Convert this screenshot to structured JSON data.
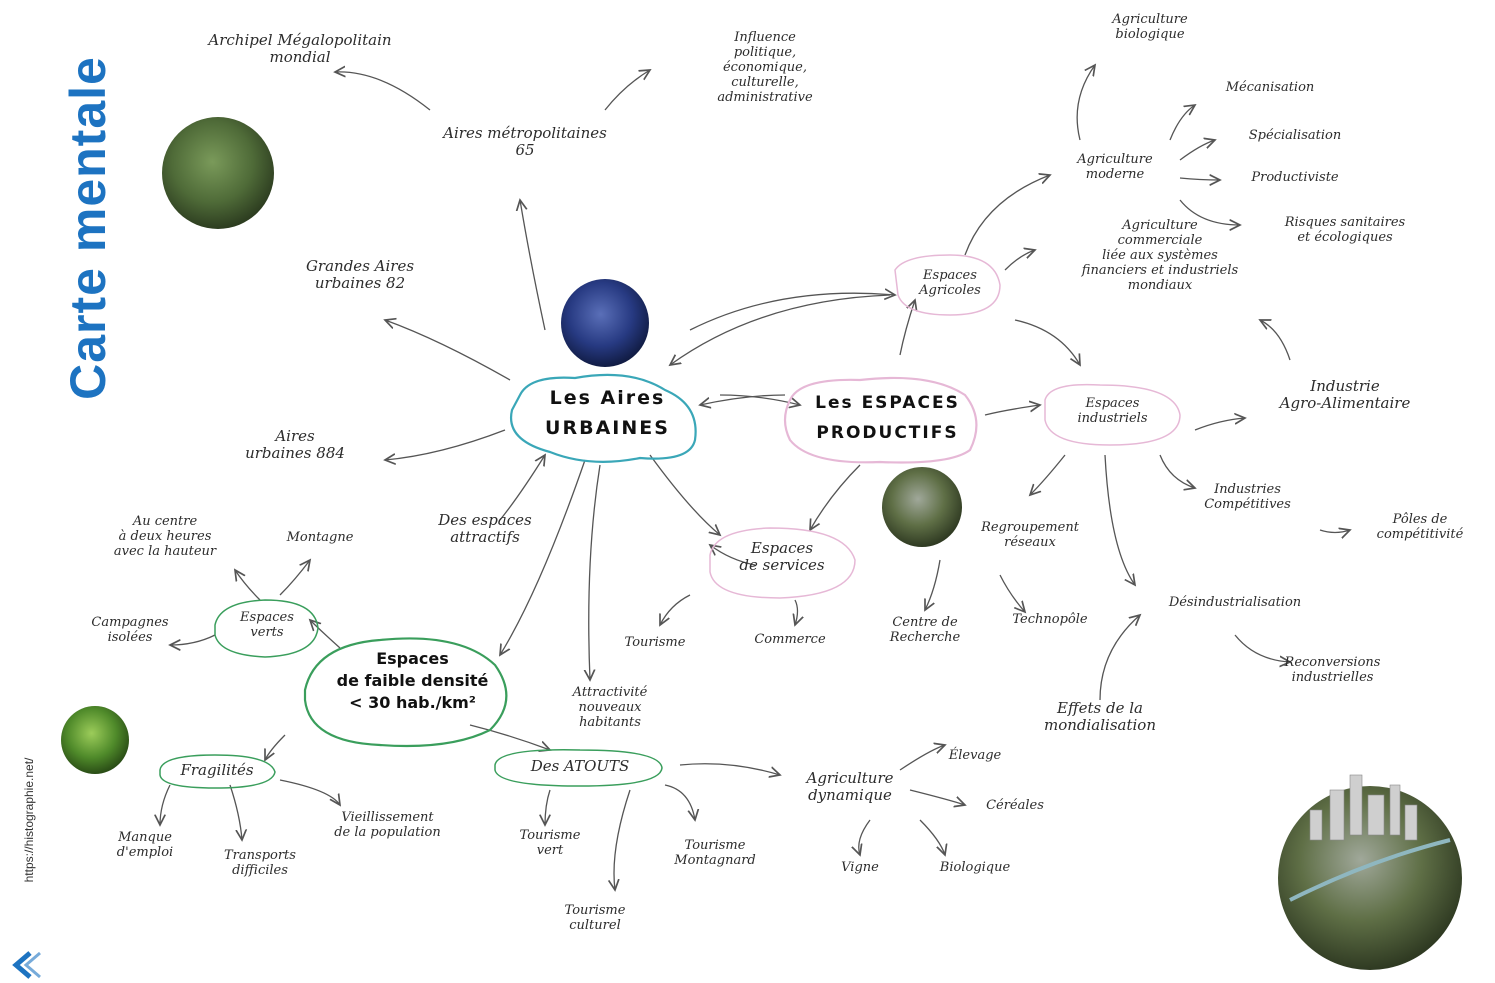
{
  "sidebar": {
    "title": "Carte mentale",
    "url": "https://histographie.net/"
  },
  "colors": {
    "title": "#1d73c1",
    "urban_bubble": "#3aa7b8",
    "productive_bubble": "#e6b8d6",
    "low_density_bubble": "#3a9e5c",
    "arrow": "#555555"
  },
  "nodes": {
    "aires_urbaines": "Les Aires\nURBAINES",
    "espaces_productifs": "Les ESPACES\nPRODUCTIFS",
    "faible_densite": "Espaces\nde faible densité\n< 30 hab./km²",
    "aires_metro": "Aires métropolitaines\n65",
    "archipel": "Archipel Mégalopolitain\nmondial",
    "influence": "Influence\npolitique,\néconomique,\nculturelle,\nadministrative",
    "grandes_aires": "Grandes Aires\nurbaines 82",
    "aires_urbaines_884": "Aires\nurbaines 884",
    "espaces_attractifs": "Des espaces\nattractifs",
    "espace_agricoles": "Espaces\nAgricoles",
    "espaces_industriels": "Espaces\nindustriels",
    "espaces_services": "Espaces\nde services",
    "agri_bio": "Agriculture\nbiologique",
    "agri_moderne": "Agriculture\nmoderne",
    "mecanisation": "Mécanisation",
    "specialisation": "Spécialisation",
    "productiviste": "Productiviste",
    "risques": "Risques sanitaires\net écologiques",
    "agri_commerciale": "Agriculture\ncommerciale\nliée aux systèmes\nfinanciers et industriels\nmondiaux",
    "industrie_agro": "Industrie\nAgro-Alimentaire",
    "industries_compet": "Industries\nCompétitives",
    "poles": "Pôles de\ncompétitivité",
    "regroupement": "Regroupement\nréseaux",
    "technopole": "Technopôle",
    "centre_recherche": "Centre de\nRecherche",
    "desindustrialisation": "Désindustrialisation",
    "reconversions": "Reconversions\nindustrielles",
    "effets": "Effets de la\nmondialisation",
    "tourisme_s": "Tourisme",
    "commerce": "Commerce",
    "espaces_verts": "Espaces\nverts",
    "au_centre": "Au centre\nà deux heures\navec la hauteur",
    "montagne": "Montagne",
    "campagne": "Campagnes\nisolées",
    "fragilites": "Fragilités",
    "atouts": "Des ATOUTS",
    "manque": "Manque\nd'emploi",
    "transports": "Transports\ndifficiles",
    "vieillissement": "Vieillissement\nde la population",
    "attractivite": "Attractivité\nnouveaux\nhabitants",
    "tourisme_vert": "Tourisme\nvert",
    "tourisme_montagnard": "Tourisme\nMontagnard",
    "tourisme_culturel": "Tourisme\nculturel",
    "agri_dynamique": "Agriculture\ndynamique",
    "elevage": "Élevage",
    "cereales": "Céréales",
    "vigne": "Vigne",
    "biologique": "Biologique"
  }
}
